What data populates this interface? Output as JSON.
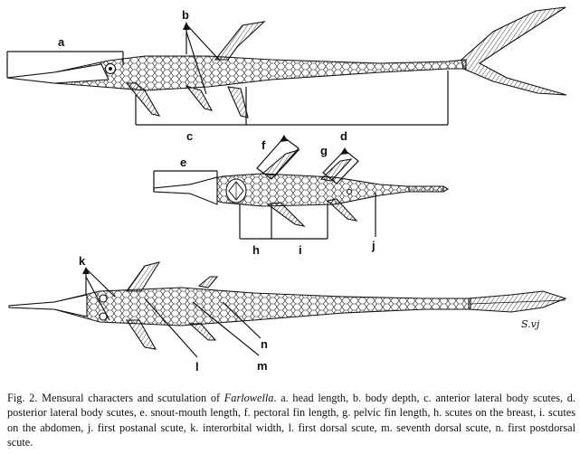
{
  "labels": {
    "a": "a",
    "b": "b",
    "c": "c",
    "d": "d",
    "e": "e",
    "f": "f",
    "g": "g",
    "h": "h",
    "i": "i",
    "j": "j",
    "k": "k",
    "l": "l",
    "m": "m",
    "n": "n"
  },
  "signature": "S.vj",
  "caption": {
    "prefix": "Fig. 2.  Mensural characters and scutulation of ",
    "genus": "Farlowella",
    "suffix": ".  a. head length, b. body depth, c. anterior lateral body scutes, d. posterior lateral body scutes, e. snout-mouth length, f. pectoral fin length, g. pelvic fin length, h. scutes on the breast, i. scutes on the abdomen, j. first postanal scute, k. interorbital width, l. first dorsal scute, m. seventh dorsal scute, n. first postdorsal scute."
  }
}
